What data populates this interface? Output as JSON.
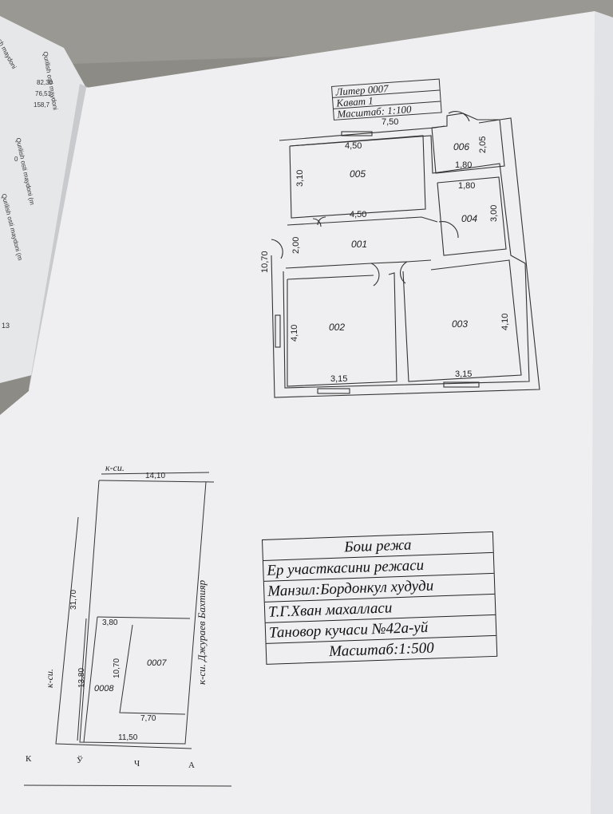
{
  "stamp": {
    "liter": "Литер      0007",
    "floor": "Кават   1",
    "scale": "Масштаб: 1:100"
  },
  "floorplan": {
    "overall_width": "7,50",
    "overall_height": "10,70",
    "rooms": [
      {
        "id": "005",
        "w": "4,50",
        "h": "3,10",
        "w2": "4,50"
      },
      {
        "id": "006",
        "w": "1,80",
        "h": "2,05"
      },
      {
        "id": "004",
        "w": "1,80",
        "h": "3,00"
      },
      {
        "id": "001",
        "h": "2,00"
      },
      {
        "id": "002",
        "w": "3,15",
        "h": "4,10"
      },
      {
        "id": "003",
        "w": "3,15",
        "h": "4,10"
      }
    ]
  },
  "siteplan": {
    "top_label": "к-си.",
    "left_label": "к-си.",
    "right_label": "к-си. Джураев Бахтияр",
    "top_width": "14,10",
    "left_height": "31,70",
    "inner_width": "3,80",
    "inner_height": "10,70",
    "plot_left_height": "13,80",
    "bottom_inner": "7,70",
    "bottom_total": "11,50",
    "parcel_main": "0007",
    "parcel_side": "0008",
    "compass": [
      "К",
      "Ў",
      "Ч",
      "А"
    ]
  },
  "title_block": [
    "Бош  режа",
    "Ер участкасини режаси",
    "Манзил:Бордонкул худуди",
    "Т.Г.Хван махалласи",
    "Тановор кучаси №42а-уй",
    "Масштаб:1:500"
  ],
  "left_page": {
    "label1": "ash maydoni",
    "label2": "Qurilish osti maydoni",
    "values": [
      "82,30",
      "76,51",
      "158,7"
    ],
    "label3": "Qurilish osti maydoni (m",
    "zero": "0",
    "label4": "Qurilish osti maydoni (m",
    "digits": "13"
  }
}
